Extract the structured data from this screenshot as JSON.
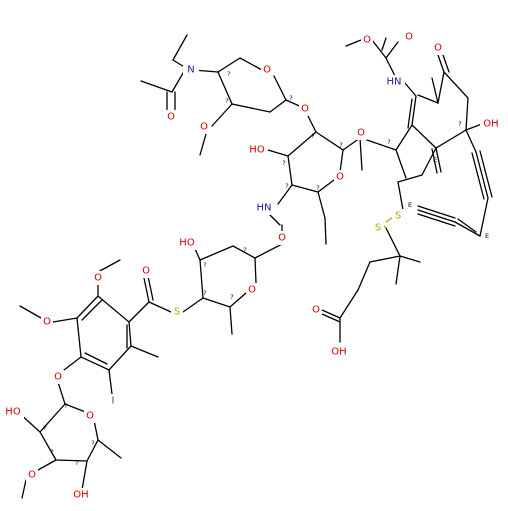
{
  "atoms": {
    "n_acetamide": "N",
    "o_acetyl": "O",
    "o_ring_a": "O",
    "o_methoxy_a": "O",
    "o_glyco_ab": "O",
    "oh_b": "HO",
    "o_ring_b": "O",
    "o_glyco_core": "O",
    "nh_hydroxylamine": "HN",
    "o_hydroxylamine": "O",
    "oh_c": "HO",
    "o_ring_c": "O",
    "s_thioester": "S",
    "o_thioester": "O",
    "o_methoxy_1": "O",
    "o_methoxy_2": "O",
    "iodine": "I",
    "o_aryl_ether": "O",
    "oh_d1": "HO",
    "o_ring_d": "O",
    "o_methoxy_d": "O",
    "oh_d2": "OH",
    "o_carbamate_ester": "O",
    "o_carbamate_carbonyl": "O",
    "nh_carbamate": "HN",
    "o_enone": "O",
    "oh_core": "OH",
    "s_disulfide_1": "S",
    "s_disulfide_2": "S",
    "o_acid_carbonyl": "O",
    "oh_acid": "OH"
  },
  "stereo_marker": "?",
  "alkene_marker": "E",
  "colors": {
    "oxygen": "#cc0000",
    "nitrogen": "#1a1aaa",
    "sulfur": "#b5a400",
    "iodine": "#7a1aa0",
    "bond": "#000000"
  }
}
